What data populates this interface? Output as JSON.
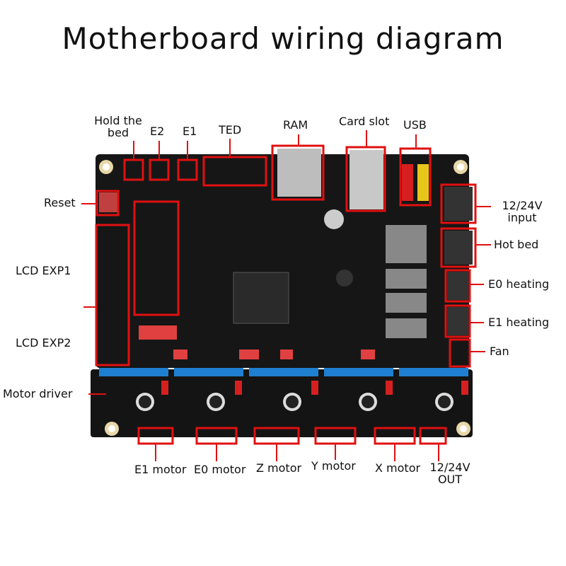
{
  "title": "Motherboard wiring diagram",
  "labels": {
    "hold_bed_1": "Hold the",
    "hold_bed_2": "bed",
    "e2": "E2",
    "e1": "E1",
    "ted": "TED",
    "ram": "RAM",
    "card_slot": "Card slot",
    "usb": "USB",
    "reset": "Reset",
    "input_1": "12/24V",
    "input_2": "input",
    "hot_bed": "Hot bed",
    "e0_heating": "E0 heating",
    "e1_heating": "E1 heating",
    "fan": "Fan",
    "lcd_exp1": "LCD EXP1",
    "lcd_exp2": "LCD EXP2",
    "motor_driver": "Motor driver",
    "e1_motor": "E1 motor",
    "e0_motor": "E0 motor",
    "z_motor": "Z motor",
    "y_motor": "Y motor",
    "x_motor": "X motor",
    "out_1": "12/24V",
    "out_2": "OUT"
  },
  "colors": {
    "board": "#161616",
    "highlight": "#e01010",
    "driver_strip": "#1f7fd0",
    "header_pin": "#2a2a2a"
  }
}
